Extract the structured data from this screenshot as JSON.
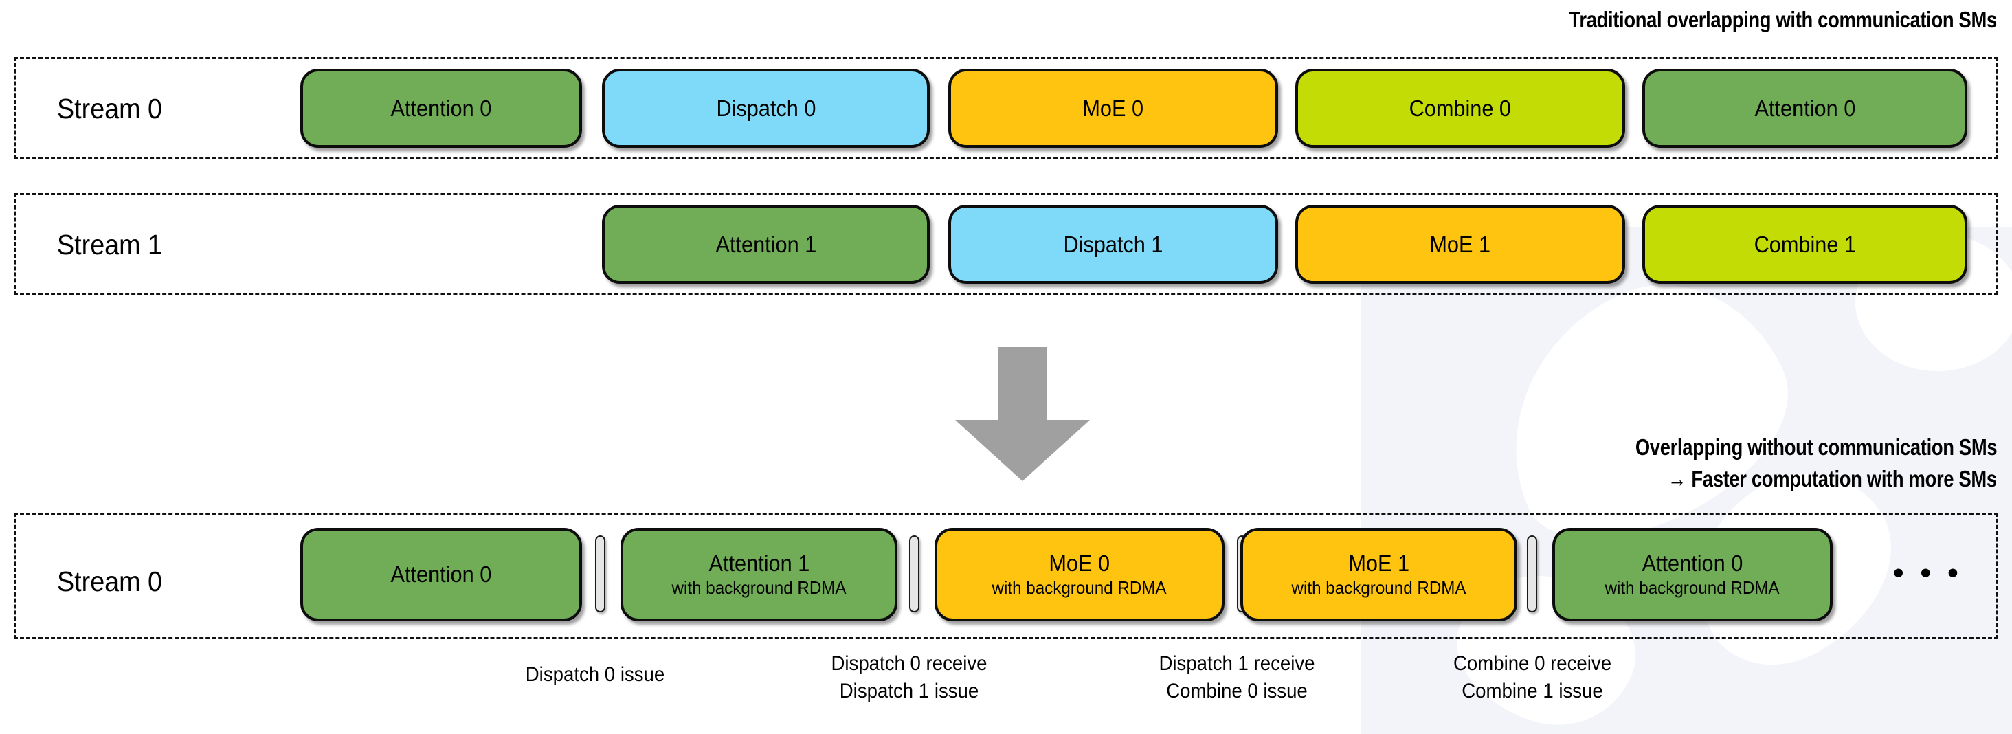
{
  "titles": {
    "top": "Traditional overlapping with communication SMs",
    "bottom_line1": "Overlapping without communication SMs",
    "bottom_line2": "→ Faster computation with more SMs"
  },
  "colors": {
    "attention": "#70AD56",
    "dispatch": "#7FD9F8",
    "moe": "#FFC410",
    "combine": "#C3DC05",
    "arrow": "#A0A0A0",
    "border": "#0D0D0D",
    "separator": "#E6E6E6",
    "background": "#FFFFFF",
    "watermark": "#F3F4F9"
  },
  "top_section": {
    "streams": [
      {
        "label": "Stream 0",
        "boxes": [
          {
            "title": "Attention 0",
            "sub": "",
            "kind": "attention"
          },
          {
            "title": "Dispatch 0",
            "sub": "",
            "kind": "dispatch"
          },
          {
            "title": "MoE 0",
            "sub": "",
            "kind": "moe"
          },
          {
            "title": "Combine 0",
            "sub": "",
            "kind": "combine"
          },
          {
            "title": "Attention 0",
            "sub": "",
            "kind": "attention"
          }
        ]
      },
      {
        "label": "Stream 1",
        "boxes": [
          {
            "title": "Attention 1",
            "sub": "",
            "kind": "attention"
          },
          {
            "title": "Dispatch 1",
            "sub": "",
            "kind": "dispatch"
          },
          {
            "title": "MoE 1",
            "sub": "",
            "kind": "moe"
          },
          {
            "title": "Combine 1",
            "sub": "",
            "kind": "combine"
          }
        ]
      }
    ]
  },
  "transition": {
    "arrow": "down-arrow"
  },
  "bottom_section": {
    "stream": {
      "label": "Stream 0",
      "boxes": [
        {
          "title": "Attention 0",
          "sub": "",
          "kind": "attention"
        },
        {
          "title": "Attention 1",
          "sub": "with background RDMA",
          "kind": "attention"
        },
        {
          "title": "MoE 0",
          "sub": "with background RDMA",
          "kind": "moe"
        },
        {
          "title": "MoE 1",
          "sub": "with background RDMA",
          "kind": "moe"
        },
        {
          "title": "Attention 0",
          "sub": "with background RDMA",
          "kind": "attention"
        }
      ],
      "ellipsis": "• • •"
    },
    "events": [
      {
        "lines": [
          "Dispatch 0 issue"
        ]
      },
      {
        "lines": [
          "Dispatch 0 receive",
          "Dispatch 1 issue"
        ]
      },
      {
        "lines": [
          "Dispatch 1 receive",
          "Combine 0 issue"
        ]
      },
      {
        "lines": [
          "Combine 0 receive",
          "Combine 1 issue"
        ]
      }
    ]
  }
}
